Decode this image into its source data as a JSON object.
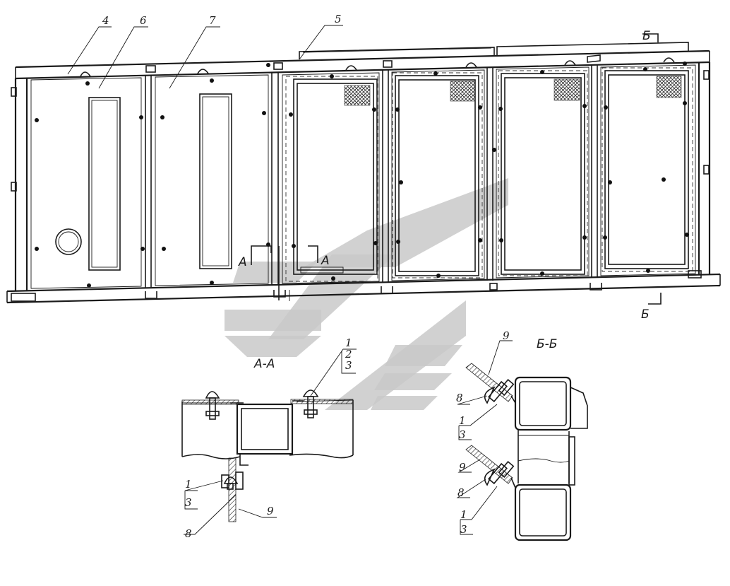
{
  "callouts": {
    "c4": "4",
    "c6": "6",
    "c7": "7",
    "c5": "5",
    "aa_1": "1",
    "aa_2": "2",
    "aa_3": "3",
    "aa_1b": "1",
    "aa_3b": "3",
    "aa_8": "8",
    "aa_9": "9",
    "bb_9a": "9",
    "bb_8a": "8",
    "bb_1a": "1",
    "bb_3a": "3",
    "bb_9b": "9",
    "bb_8b": "8",
    "bb_1b": "1",
    "bb_3b": "3"
  },
  "section_marks": {
    "a_left": "А",
    "a_right": "А",
    "b_top": "Б",
    "b_bottom": "Б"
  },
  "section_titles": {
    "aa": "А-А",
    "bb": "Б-Б"
  }
}
